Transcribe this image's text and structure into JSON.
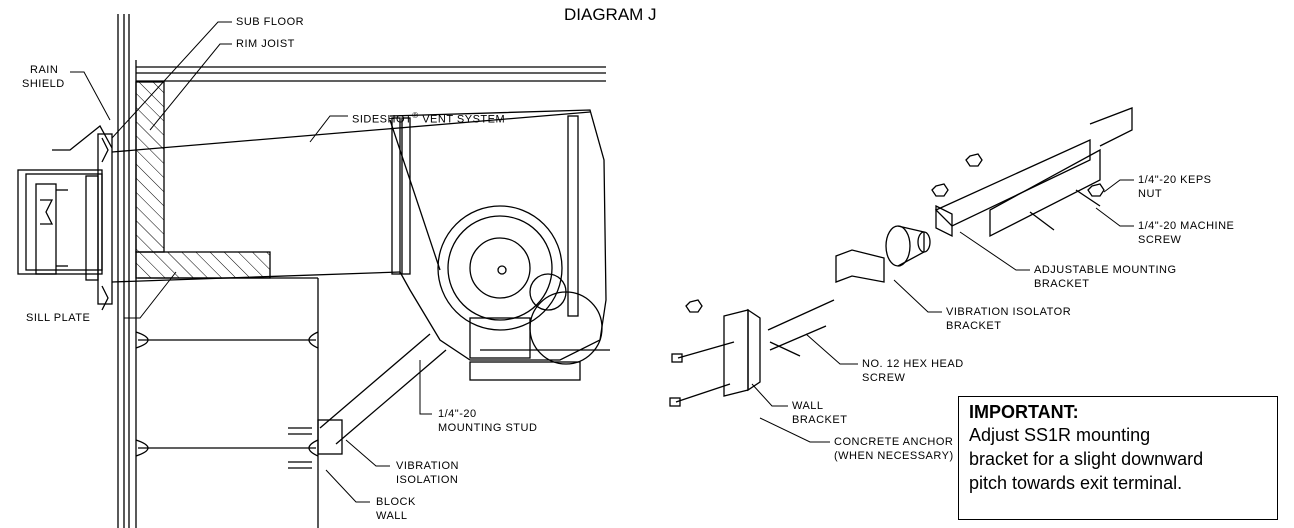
{
  "title": "DIAGRAM J",
  "labels": {
    "sub_floor": "SUB FLOOR",
    "rim_joist": "RIM JOIST",
    "rain_shield_1": "RAIN",
    "rain_shield_2": "SHIELD",
    "vent_system_a": "SIDESHOT",
    "vent_system_reg": "®",
    "vent_system_b": "VENT SYSTEM",
    "sill_plate": "SILL PLATE",
    "mounting_stud_1": "1/4\"-20",
    "mounting_stud_2": "MOUNTING STUD",
    "vibration_isolation_1": "VIBRATION",
    "vibration_isolation_2": "ISOLATION",
    "block_wall_1": "BLOCK",
    "block_wall_2": "WALL",
    "keps_nut_1": "1/4\"-20 KEPS",
    "keps_nut_2": "NUT",
    "machine_screw_1": "1/4\"-20 MACHINE",
    "machine_screw_2": "SCREW",
    "adjustable_bracket_1": "ADJUSTABLE MOUNTING",
    "adjustable_bracket_2": "BRACKET",
    "isolator_bracket_1": "VIBRATION ISOLATOR",
    "isolator_bracket_2": "BRACKET",
    "hex_screw_1": "NO. 12 HEX HEAD",
    "hex_screw_2": "SCREW",
    "wall_bracket_1": "WALL",
    "wall_bracket_2": "BRACKET",
    "anchor_1": "CONCRETE ANCHOR",
    "anchor_2": "(WHEN NECESSARY)"
  },
  "important": {
    "heading": "IMPORTANT:",
    "line1": "Adjust SS1R mounting",
    "line2": "bracket for a slight downward",
    "line3": "pitch towards exit terminal."
  }
}
